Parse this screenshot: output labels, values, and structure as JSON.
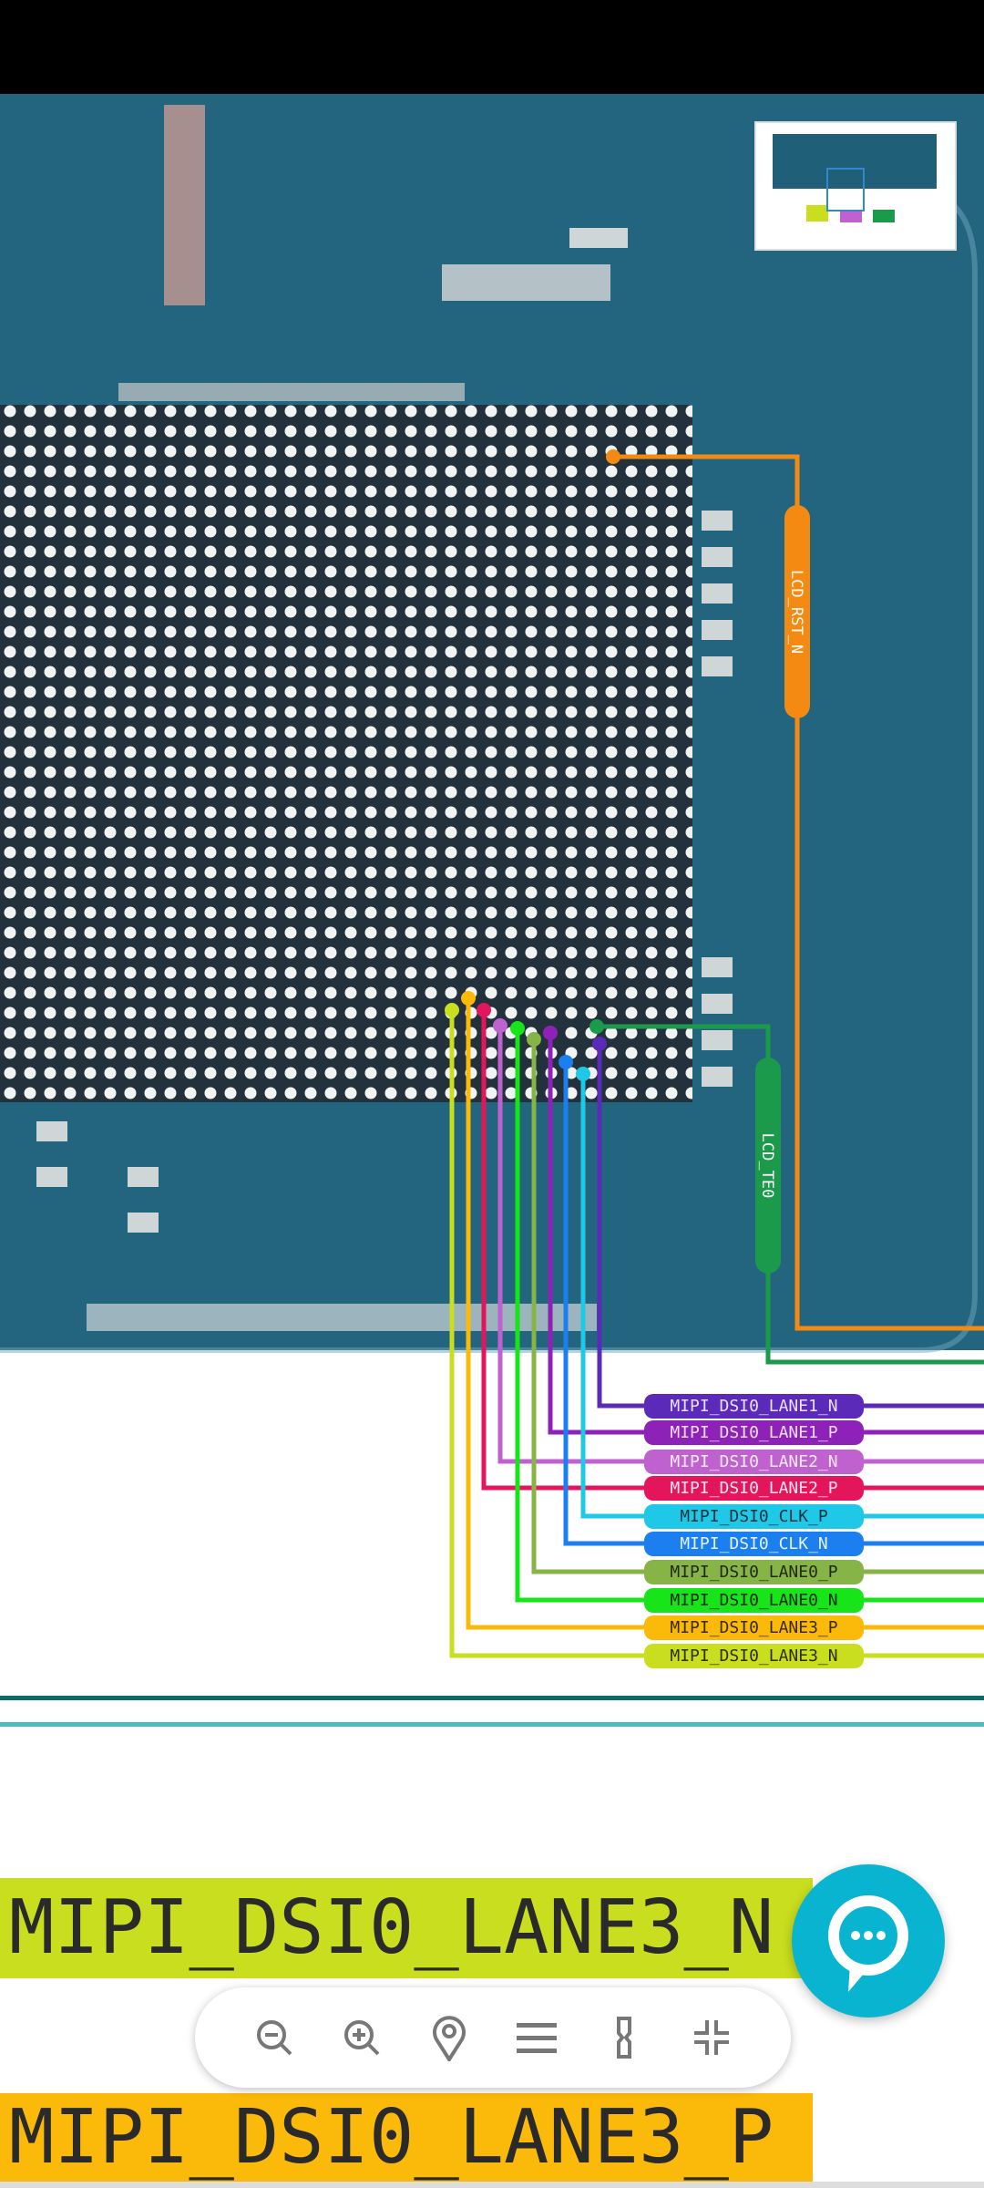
{
  "board": {
    "signals": {
      "lcd_rst": "LCD_RST_N",
      "lcd_te": "LCD_TE0"
    },
    "nets": [
      {
        "label": "MIPI_DSI0_LANE1_N",
        "color": "#5b2ab8",
        "text": "#e8e0ff"
      },
      {
        "label": "MIPI_DSI0_LANE1_P",
        "color": "#8e22b8",
        "text": "#f3e0ff"
      },
      {
        "label": "MIPI_DSI0_LANE2_N",
        "color": "#bf62cf",
        "text": "#fbeaff"
      },
      {
        "label": "MIPI_DSI0_LANE2_P",
        "color": "#e4165b",
        "text": "#ffe6ee"
      },
      {
        "label": "MIPI_DSI0_CLK_P",
        "color": "#1ec8e6",
        "text": "#0e3340"
      },
      {
        "label": "MIPI_DSI0_CLK_N",
        "color": "#1b7ff0",
        "text": "#e6f2ff"
      },
      {
        "label": "MIPI_DSI0_LANE0_P",
        "color": "#86b446",
        "text": "#1f2a10"
      },
      {
        "label": "MIPI_DSI0_LANE0_N",
        "color": "#18e41a",
        "text": "#0d2a0d"
      },
      {
        "label": "MIPI_DSI0_LANE3_P",
        "color": "#fbb90a",
        "text": "#3a2a00"
      },
      {
        "label": "MIPI_DSI0_LANE3_N",
        "color": "#c9de1e",
        "text": "#2a3000"
      }
    ],
    "rst_color": "#f58a12",
    "te_color": "#1a9a4a"
  },
  "zoomed": {
    "top_label": "MIPI_DSI0_LANE3_N",
    "bottom_label": "MIPI_DSI0_LANE3_P"
  },
  "toolbar": {
    "icons": [
      "zoom-out-icon",
      "zoom-in-icon",
      "location-pin-icon",
      "menu-icon",
      "link-icon",
      "exit-fullscreen-icon"
    ]
  }
}
